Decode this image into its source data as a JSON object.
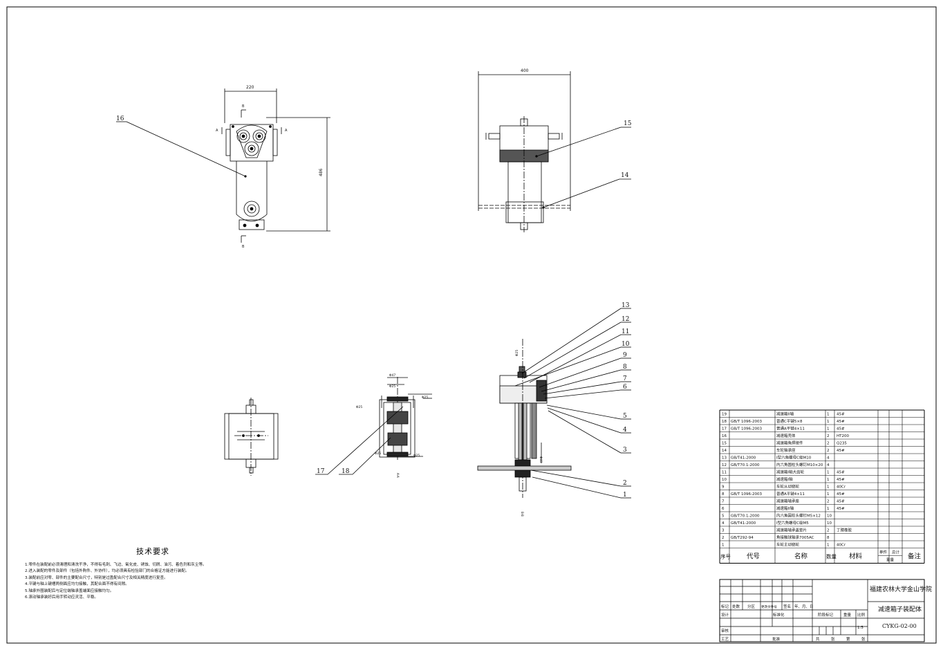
{
  "views": {
    "top_left": {
      "dim_width": "220",
      "dim_height": "486",
      "section_label_top": "B",
      "section_label_bottom": "B",
      "side_label_left": "A",
      "side_label_right": "A"
    },
    "top_right": {
      "dim_width": "400"
    },
    "section_a": {
      "label": "A-A"
    },
    "section_b": {
      "label": "B-B"
    }
  },
  "callouts": [
    {
      "id": "16"
    },
    {
      "id": "15"
    },
    {
      "id": "14"
    },
    {
      "id": "13"
    },
    {
      "id": "12"
    },
    {
      "id": "11"
    },
    {
      "id": "10"
    },
    {
      "id": "9"
    },
    {
      "id": "8"
    },
    {
      "id": "7"
    },
    {
      "id": "6"
    },
    {
      "id": "5"
    },
    {
      "id": "4"
    },
    {
      "id": "3"
    },
    {
      "id": "2"
    },
    {
      "id": "1"
    },
    {
      "id": "17"
    },
    {
      "id": "18"
    }
  ],
  "tech_requirements": {
    "title": "技术要求",
    "lines": [
      "1.零件在装配前必须清理和清洗干净，不得有毛刺、飞边、氧化皮、锈蚀、切屑、油污、着色剂和灰尘等。",
      "2.进入装配的零件及部件（包括外购件、外协件），均必须具有检验部门的合格证方能进行装配。",
      "3.装配前应对零、部件的主要配合尺寸，特别是过盈配合尺寸及相关精度进行复查。",
      "4.平键与轴上键槽两侧面应均匀接触，其配合面不得有间隙。",
      "5.轴承外圈装配后与定位端轴承盖端面应接触均匀。",
      "6.滚动轴承装好后用手转动应灵活、平稳。"
    ]
  },
  "bom": {
    "rows": [
      {
        "no": "19",
        "code": "",
        "name": "减速箱II轴",
        "qty": "1",
        "material": "45#"
      },
      {
        "no": "18",
        "code": "GB/T 1096-2003",
        "name": "普通C平键5×8",
        "qty": "1",
        "material": "45#"
      },
      {
        "no": "17",
        "code": "GB/T 1096-2003",
        "name": "普通A平键4×11",
        "qty": "1",
        "material": "45#"
      },
      {
        "no": "16",
        "code": "",
        "name": "减速箱壳体",
        "qty": "2",
        "material": "HT200"
      },
      {
        "no": "15",
        "code": "",
        "name": "减速箱角焊接件",
        "qty": "2",
        "material": "Q235"
      },
      {
        "no": "14",
        "code": "",
        "name": "车轮轴承座",
        "qty": "2",
        "material": "45#"
      },
      {
        "no": "13",
        "code": "GB/T41-2000",
        "name": "I型六角螺母C级M10",
        "qty": "4",
        "material": ""
      },
      {
        "no": "12",
        "code": "GB/T70.1-2000",
        "name": "内六角圆柱头螺钉M10×20",
        "qty": "4",
        "material": ""
      },
      {
        "no": "11",
        "code": "",
        "name": "减速箱I轴大齿轮",
        "qty": "1",
        "material": "45#"
      },
      {
        "no": "10",
        "code": "",
        "name": "减速箱I轴",
        "qty": "1",
        "material": "45#"
      },
      {
        "no": "9",
        "code": "",
        "name": "车轮从动链轮",
        "qty": "1",
        "material": "40Cr"
      },
      {
        "no": "8",
        "code": "GB/T 1096-2003",
        "name": "普通A平键4×11",
        "qty": "1",
        "material": "45#"
      },
      {
        "no": "7",
        "code": "",
        "name": "减速箱轴承座",
        "qty": "2",
        "material": "45#"
      },
      {
        "no": "6",
        "code": "",
        "name": "减速箱II轴",
        "qty": "1",
        "material": "45#"
      },
      {
        "no": "5",
        "code": "GB/T70.1-2000",
        "name": "内六角圆柱头螺钉M5×12",
        "qty": "10",
        "material": ""
      },
      {
        "no": "4",
        "code": "GB/T41-2000",
        "name": "I型六角螺母C级M5",
        "qty": "10",
        "material": ""
      },
      {
        "no": "3",
        "code": "",
        "name": "减速箱轴承盖垫片",
        "qty": "2",
        "material": "丁腈橡胶"
      },
      {
        "no": "2",
        "code": "GB/T292-94",
        "name": "角接触球轴承7005AC",
        "qty": "8",
        "material": ""
      },
      {
        "no": "1",
        "code": "",
        "name": "车轮主动链轮",
        "qty": "1",
        "material": "40Cr"
      }
    ],
    "headers": {
      "no": "序号",
      "code": "代号",
      "name": "名称",
      "qty": "数量",
      "material": "材料",
      "unit": "单件",
      "total": "总计",
      "weight": "重量",
      "note": "备注"
    }
  },
  "title_block": {
    "school": "福建农林大学金山学院",
    "drawing_name": "减速箱子装配体",
    "drawing_no": "CYKG-02-00",
    "scale": "1:5",
    "labels": {
      "mark": "标记",
      "count": "处数",
      "zone": "分区",
      "change_doc": "更改文件号",
      "sign": "签名",
      "date": "年、月、日",
      "design": "设计",
      "standard": "标准化",
      "stage_mark": "阶段标记",
      "weight": "重量",
      "ratio": "比例",
      "review": "审核",
      "process": "工艺",
      "approve": "批准",
      "total": "共",
      "sheets": "张",
      "no": "第",
      "sheet": "张"
    }
  }
}
